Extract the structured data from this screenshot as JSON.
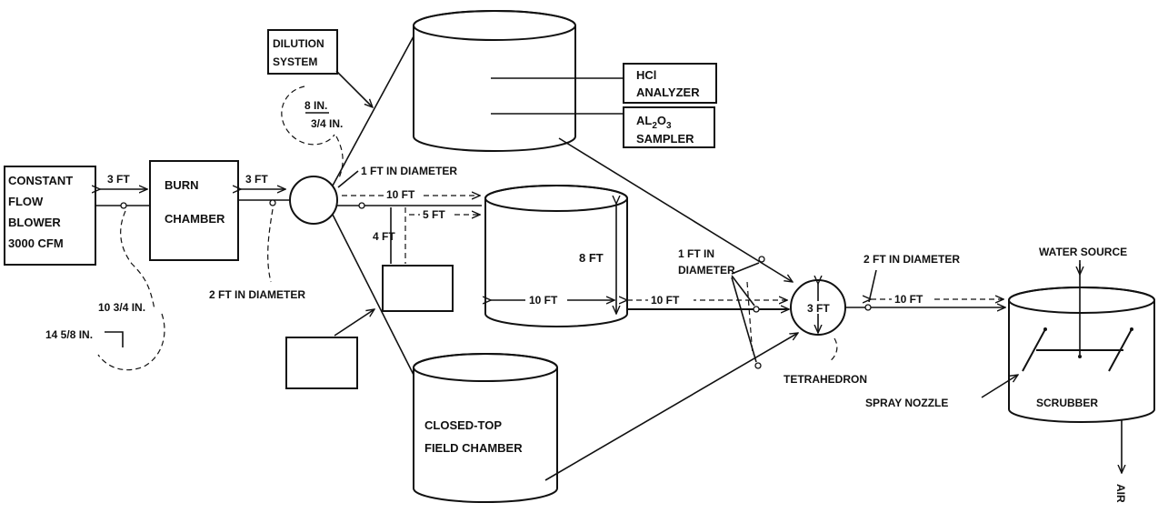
{
  "components": {
    "blower": [
      "CONSTANT",
      "FLOW",
      "BLOWER",
      "3000 CFM"
    ],
    "burn_chamber": [
      "BURN",
      "CHAMBER"
    ],
    "dilution_system": [
      "DILUTION",
      "SYSTEM"
    ],
    "hci_analyzer": [
      "HCl",
      "ANALYZER"
    ],
    "al2o3_sampler": {
      "formula_main": "AL",
      "sub1": "2",
      "mid": "O",
      "sub2": "3",
      "word": "SAMPLER"
    },
    "closed_top_chamber": [
      "CLOSED-TOP",
      "FIELD CHAMBER"
    ],
    "tetrahedron": "TETRAHEDRON",
    "spray_nozzle": "SPRAY NOZZLE",
    "scrubber": "SCRUBBER",
    "water_source": "WATER SOURCE",
    "air": "AIR"
  },
  "dimensions": {
    "blower_to_burn": "3 FT",
    "burn_to_hub": "3 FT",
    "duct_1ft": "1 FT IN DIAMETER",
    "duct_10ft_a": "10 FT",
    "duct_5ft": "5 FT",
    "duct_4ft": "4 FT",
    "duct_2ft_a": "2 FT IN DIAMETER",
    "orifice_8in": "8 IN.",
    "orifice_3_4in": "3/4 IN.",
    "orifice_10_3_4": "10 3/4 IN.",
    "orifice_14_5_8": "14 5/8 IN.",
    "chamber_height": "8 FT",
    "chamber_width": "10 FT",
    "chamber_to_tetra": "10 FT",
    "tetra_inlet_1": "1 FT IN",
    "tetra_inlet_2": "DIAMETER",
    "tetra_size": "3 FT",
    "duct_2ft_b": "2 FT IN DIAMETER",
    "tetra_to_scrubber": "10 FT"
  }
}
